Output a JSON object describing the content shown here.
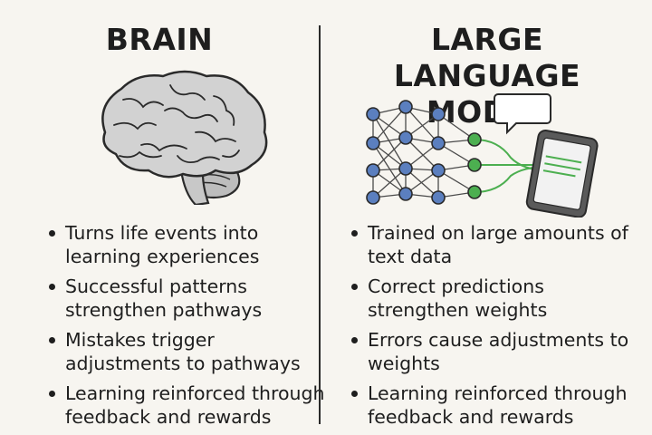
{
  "left": {
    "title": "BRAIN",
    "bullets": [
      "Turns life events into learning experiences",
      "Successful patterns strengthen pathways",
      "Mistakes trigger adjustments to pathways",
      "Learning reinforced through feedback and rewards"
    ]
  },
  "right": {
    "title": "LARGE LANGUAGE MODEL",
    "bullets": [
      "Trained on large amounts of text data",
      "Correct predictions strengthen weights",
      "Errors cause adjustments to weights",
      "Learning reinforced through feedback and rewards"
    ]
  },
  "colors": {
    "background": "#f7f5f0",
    "text": "#1e1e1e",
    "brain": "#d2d2d2",
    "node_blue": "#5b7fbf",
    "node_green": "#4caf50",
    "device": "#555555"
  },
  "icons": [
    "brain-icon",
    "neural-network-icon",
    "speech-bubble-icon",
    "tablet-icon"
  ]
}
